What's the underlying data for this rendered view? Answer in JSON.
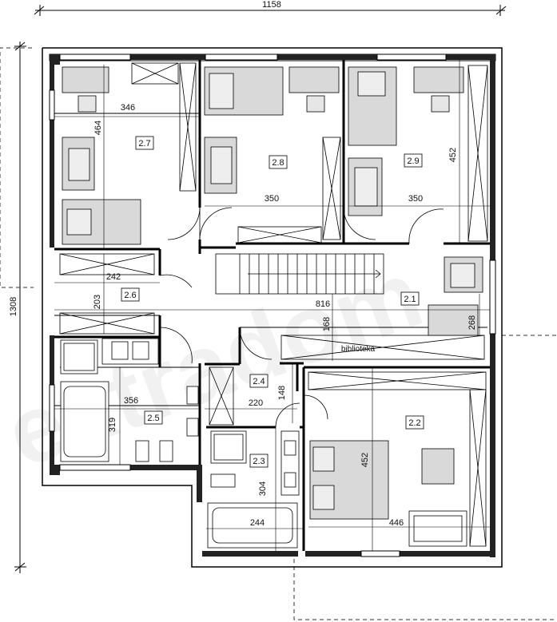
{
  "watermark": "extradom",
  "overall_dims": {
    "width": "1158",
    "height": "1308"
  },
  "rooms": [
    {
      "id": "2.1"
    },
    {
      "id": "2.2"
    },
    {
      "id": "2.3"
    },
    {
      "id": "2.4"
    },
    {
      "id": "2.5"
    },
    {
      "id": "2.6"
    },
    {
      "id": "2.7"
    },
    {
      "id": "2.8"
    },
    {
      "id": "2.9"
    }
  ],
  "dims": {
    "r27_w": "346",
    "r27_h": "464",
    "r28_w": "350",
    "r29_w": "350",
    "r29_h": "452",
    "r26_w": "242",
    "r26_h": "203",
    "r21_w": "816",
    "r21_h": "168",
    "r21_h2": "268",
    "r25_w": "356",
    "r25_h": "319",
    "r24_w": "220",
    "r24_h": "148",
    "r23_w": "244",
    "r23_h": "304",
    "r22_w": "446",
    "r22_h": "452"
  },
  "labels": {
    "library": "biblioteka"
  }
}
